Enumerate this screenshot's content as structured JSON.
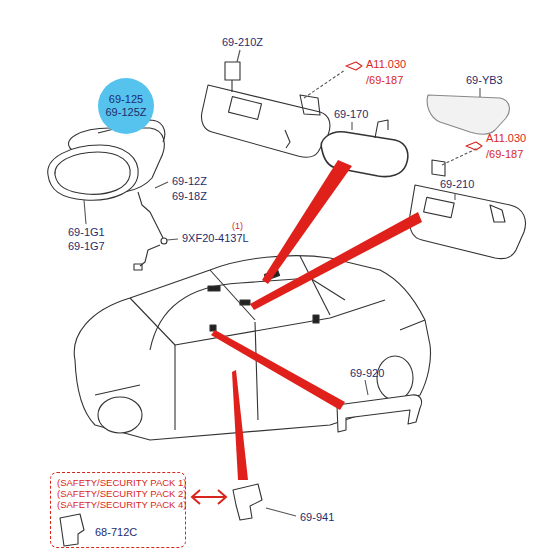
{
  "diagram": {
    "nodes": [
      {
        "text": [
          "69-125",
          "69-125Z"
        ]
      },
      {
        "text": [
          "(SAFETY/SECURITY PACK 1)",
          "(SAFETY/SECURITY PACK 2)",
          "(SAFETY/SECURITY PACK 4)",
          "68-712C"
        ]
      }
    ],
    "labels": [
      "69-210Z",
      "A11.030",
      "/69-187",
      "69-YB3",
      "69-170",
      "A11.030",
      "/69-187",
      "69-210",
      "69-12Z",
      "69-18Z",
      "69-1G1",
      "69-1G7",
      "(1)",
      "9XF20-4137L",
      "69-920",
      "69-941"
    ]
  }
}
